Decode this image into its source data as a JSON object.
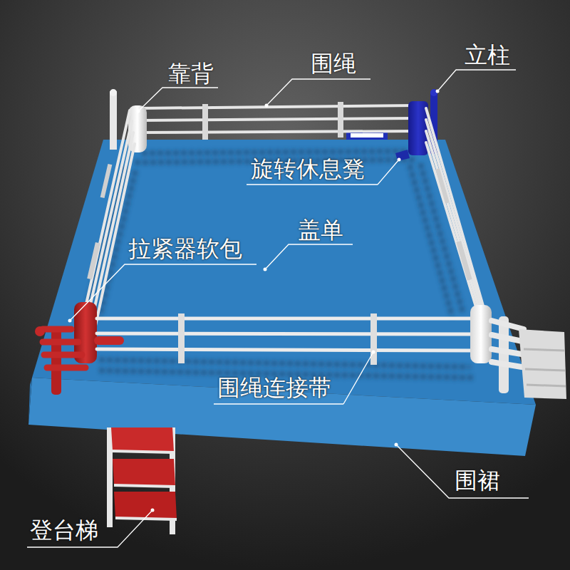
{
  "diagram": {
    "labels": [
      "立柱",
      "围绳",
      "靠背",
      "旋转休息凳",
      "盖单",
      "拉紧器软包",
      "围绳连接带",
      "围裙",
      "登台梯"
    ]
  }
}
